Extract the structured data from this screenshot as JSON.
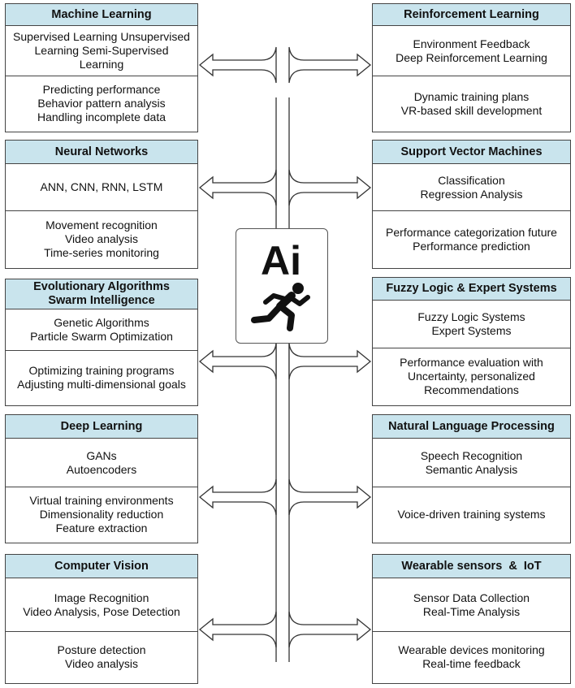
{
  "diagram": {
    "center_logo": {
      "text": "Ai",
      "icon": "runner-icon"
    },
    "colors": {
      "header_fill": "#c9e4ed",
      "border": "#444444",
      "connector": "#333333"
    },
    "left": [
      {
        "title": "Machine Learning",
        "top": "Supervised Learning Unsupervised\nLearning Semi-Supervised\nLearning",
        "bottom": "Predicting performance\nBehavior pattern analysis\nHandling incomplete data"
      },
      {
        "title": "Neural Networks",
        "top": "ANN, CNN, RNN, LSTM",
        "bottom": "Movement recognition\nVideo analysis\nTime-series monitoring"
      },
      {
        "title": "Evolutionary Algorithms\nSwarm Intelligence",
        "top": "Genetic Algorithms\nParticle Swarm Optimization",
        "bottom": "Optimizing training programs\nAdjusting multi-dimensional goals"
      },
      {
        "title": "Deep Learning",
        "top": "GANs\nAutoencoders",
        "bottom": "Virtual training environments\nDimensionality reduction\nFeature extraction"
      },
      {
        "title": "Computer Vision",
        "top": "Image Recognition\nVideo Analysis, Pose Detection",
        "bottom": "Posture detection\nVideo analysis"
      }
    ],
    "right": [
      {
        "title": "Reinforcement Learning",
        "top": "Environment Feedback\nDeep Reinforcement Learning",
        "bottom": "Dynamic training plans\nVR-based skill development"
      },
      {
        "title": "Support Vector Machines",
        "top": "Classification\nRegression Analysis",
        "bottom": "Performance categorization future\nPerformance prediction"
      },
      {
        "title": "Fuzzy Logic & Expert Systems",
        "top": "Fuzzy Logic Systems\nExpert Systems",
        "bottom": "Performance evaluation with\nUncertainty, personalized\nRecommendations"
      },
      {
        "title": "Natural Language Processing",
        "top": "Speech Recognition\nSemantic Analysis",
        "bottom": "Voice-driven training systems"
      },
      {
        "title": "Wearable sensors  &  IoT",
        "top": "Sensor Data Collection\nReal-Time Analysis",
        "bottom": "Wearable devices monitoring\nReal-time feedback"
      }
    ]
  }
}
